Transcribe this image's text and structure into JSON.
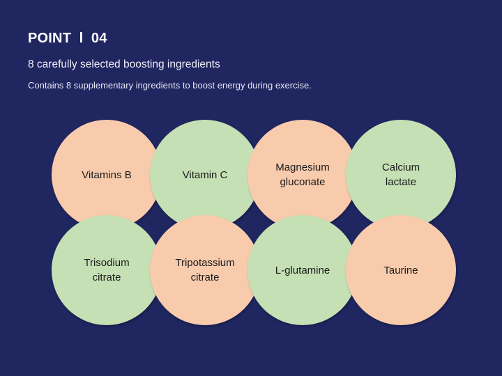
{
  "title": "POINT  l  04",
  "subtitle": "8 carefully selected boosting ingredients",
  "description": "Contains 8 supplementary ingredients to boost energy during exercise.",
  "colors": {
    "background": "#1f2660",
    "peach": "#f8cbad",
    "green": "#c5e0b4"
  },
  "ingredients": [
    {
      "label": "Vitamins B",
      "color": "peach"
    },
    {
      "label": "Vitamin C",
      "color": "green"
    },
    {
      "label": "Magnesium\ngluconate",
      "color": "peach"
    },
    {
      "label": "Calcium\nlactate",
      "color": "green"
    },
    {
      "label": "Trisodium\ncitrate",
      "color": "green"
    },
    {
      "label": "Tripotassium\ncitrate",
      "color": "peach"
    },
    {
      "label": "L-glutamine",
      "color": "green"
    },
    {
      "label": "Taurine",
      "color": "peach"
    }
  ]
}
